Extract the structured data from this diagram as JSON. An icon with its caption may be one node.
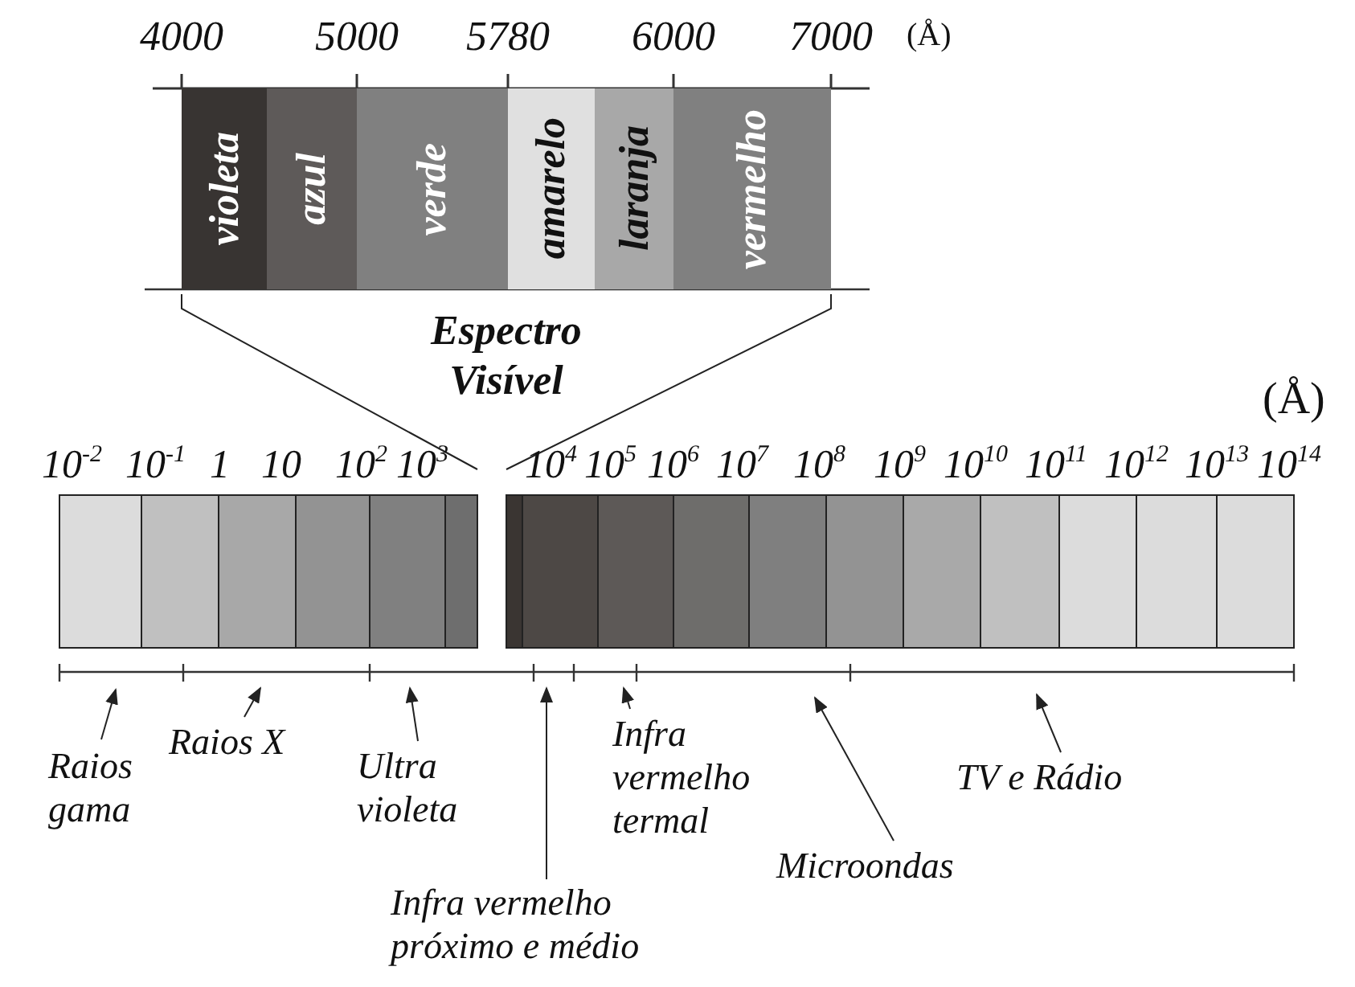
{
  "diagram": {
    "nodes": [
      {
        "text": [
          "violeta"
        ]
      },
      {
        "text": [
          "azul"
        ]
      },
      {
        "text": [
          "verde"
        ]
      },
      {
        "text": [
          "amarelo"
        ]
      },
      {
        "text": [
          "laranja"
        ]
      },
      {
        "text": [
          "vermelho"
        ]
      },
      {
        "text": [
          "Raios gama"
        ]
      },
      {
        "text": [
          "Raios X"
        ]
      },
      {
        "text": [
          "Ultra violeta"
        ]
      },
      {
        "text": [
          "Infra vermelho próximo e médio"
        ]
      },
      {
        "text": [
          "Infra vermelho termal"
        ]
      },
      {
        "text": [
          "Microondas"
        ]
      },
      {
        "text": [
          "TV e Rádio"
        ]
      }
    ],
    "edges": [
      {
        "from": 6,
        "to": null,
        "arrow": "to"
      },
      {
        "from": 7,
        "to": null,
        "arrow": "to"
      },
      {
        "from": 8,
        "to": null,
        "arrow": "to"
      },
      {
        "from": 9,
        "to": null,
        "arrow": "to"
      },
      {
        "from": 10,
        "to": null,
        "arrow": "to"
      },
      {
        "from": 11,
        "to": null,
        "arrow": "to"
      },
      {
        "from": 12,
        "to": null,
        "arrow": "to"
      }
    ],
    "labels": [
      "4000",
      "5000",
      "5780",
      "6000",
      "7000",
      "(Å)",
      "Espectro Visível",
      "(Å)",
      "10$^{-2}$",
      "10$^{-1}$",
      "1",
      "10",
      "10$^{2}$",
      "10$^{3}$",
      "10$^{4}$",
      "10$^{5}$",
      "10$^{6}$",
      "10$^{7}$",
      "10$^{8}$",
      "10$^{9}$",
      "10$^{10}$",
      "10$^{11}$",
      "10$^{12}$",
      "10$^{13}$",
      "10$^{14}$"
    ]
  }
}
